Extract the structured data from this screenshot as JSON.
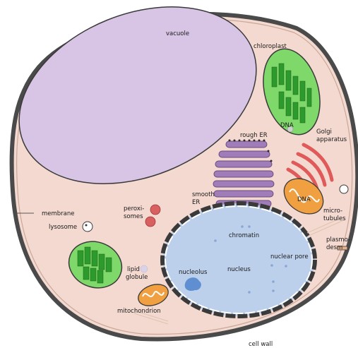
{
  "labels": {
    "vacuole": "vacuole",
    "chloroplast": "chloroplast",
    "dna_chloroplast": "DNA",
    "golgi_1": "Golgi",
    "golgi_2": "apparatus",
    "rough_er": "rough ER",
    "smooth_er_1": "smooth",
    "smooth_er_2": "ER",
    "dna_mito": "DNA",
    "microtubules_1": "micro-",
    "microtubules_2": "tubules",
    "membrane": "membrane",
    "peroxisomes_1": "peroxi-",
    "peroxisomes_2": "somes",
    "lysosome": "lysosome",
    "chromatin": "chromatin",
    "plasmodesm_1": "plasmo-",
    "plasmodesm_2": "desm",
    "nuclear_pore": "nuclear pore",
    "lipid_globule_1": "lipid",
    "lipid_globule_2": "globule",
    "nucleolus": "nucleolus",
    "nucleus": "nucleus",
    "mitochondrion": "mitochondrion",
    "cell_wall": "cell wall"
  },
  "colors": {
    "cytoplasm": "#f3d9cf",
    "cell_wall": "#4a4a4a",
    "vacuole": "#d8c4e4",
    "chloroplast": "#7fd86a",
    "thylakoid": "#2c9a2c",
    "er": "#a07cb8",
    "golgi": "#e05a5a",
    "mitochondrion": "#f0a040",
    "nucleus": "#bcd0ec",
    "nucleolus": "#5f8fd0",
    "peroxisome": "#d86060"
  }
}
